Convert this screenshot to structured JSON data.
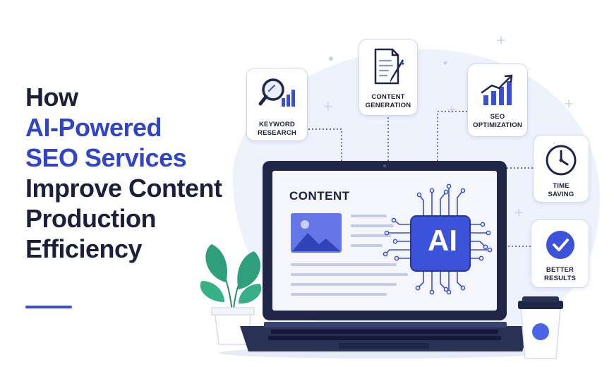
{
  "title": {
    "line1": "How",
    "line2": "AI-Powered",
    "line3": "SEO Services",
    "line4": "Improve Content",
    "line5": "Production",
    "line6": "Efficiency"
  },
  "cards": {
    "keyword_research": {
      "line1": "KEYWORD",
      "line2": "RESEARCH",
      "icon": "magnifier-bar-chart-icon"
    },
    "content_generation": {
      "line1": "CONTENT",
      "line2": "GENERATION",
      "icon": "document-pen-icon"
    },
    "seo_optimization": {
      "line1": "SEO",
      "line2": "OPTIMIZATION",
      "icon": "growth-chart-icon"
    },
    "time_saving": {
      "line1": "TIME",
      "line2": "SAVING",
      "icon": "clock-icon"
    },
    "better_results": {
      "line1": "BETTER",
      "line2": "RESULTS",
      "icon": "checkmark-icon"
    }
  },
  "laptop": {
    "screen_heading": "CONTENT",
    "chip_label": "AI"
  },
  "colors": {
    "dark": "#1b1f3b",
    "brand_blue": "#2f44c9",
    "chip_blue": "#3b52d9",
    "plant_green": "#2e9f7a",
    "background_blob": "#eef2fd"
  }
}
